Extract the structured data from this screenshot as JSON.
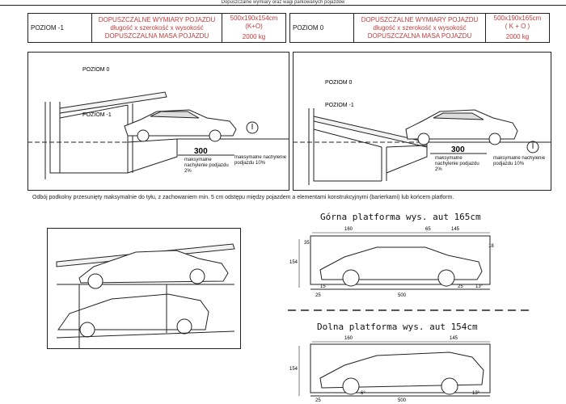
{
  "header": {
    "caption": "Dopuszczalne wymiary oraz wagi parkowanych pojazdów"
  },
  "levels": [
    {
      "name": "POZIOM -1",
      "limits_line1": "DOPUSZCZALNE WYMIARY POJAZDU",
      "limits_line2": "długość x szerokość x wysokość",
      "limits_line3": "DOPUSZCZALNA MASA POJAZDU",
      "dims": "500x190x154cm",
      "dims_note": "(K+O)",
      "mass": "2000 kg"
    },
    {
      "name": "POZIOM 0",
      "limits_line1": "DOPUSZCZALNE WYMIARY POJAZDU",
      "limits_line2": "długość x szerokość x wysokość",
      "limits_line3": "DOPUSZCZALNA MASA POJAZDU",
      "dims": "500x190x165cm",
      "dims_note": "( K + O )",
      "mass": "2000 kg"
    }
  ],
  "sections": [
    {
      "label_top": "POZIOM 0",
      "label_mid": "POZIOM -1",
      "distance": "300",
      "slope_a": "maksymalne nachylenie podjazdu 2%",
      "slope_b": "maksymalne nachylenie podjazdu 10%"
    },
    {
      "label_top": "POZIOM 0",
      "label_mid": "POZIOM -1",
      "distance": "300",
      "slope_a": "maksymalne nachylenie podjazdu 2%",
      "slope_b": "maksymalne nachylenie podjazdu 10%"
    }
  ],
  "note": "Odbój podkolny przesunięty maksymalnie do tyłu, z zachowaniem min. 5 cm odstępu między pojazdem a elementami konstrukcyjnymi (barierkami) lub końcem platform.",
  "upper_platform": {
    "title": "Górna platforma wys. aut 165cm",
    "dims_top": [
      "160",
      "65",
      "145"
    ],
    "left_h": [
      "35",
      "154"
    ],
    "right_h": "18",
    "bottom": [
      "25",
      "25",
      "500",
      "13°"
    ],
    "small": "15"
  },
  "lower_platform": {
    "title": "Dolna platforma wys. aut 154cm",
    "dims_top": [
      "160",
      "145"
    ],
    "left_h": "154",
    "bottom": [
      "25",
      "500",
      "6°",
      "13°"
    ]
  }
}
